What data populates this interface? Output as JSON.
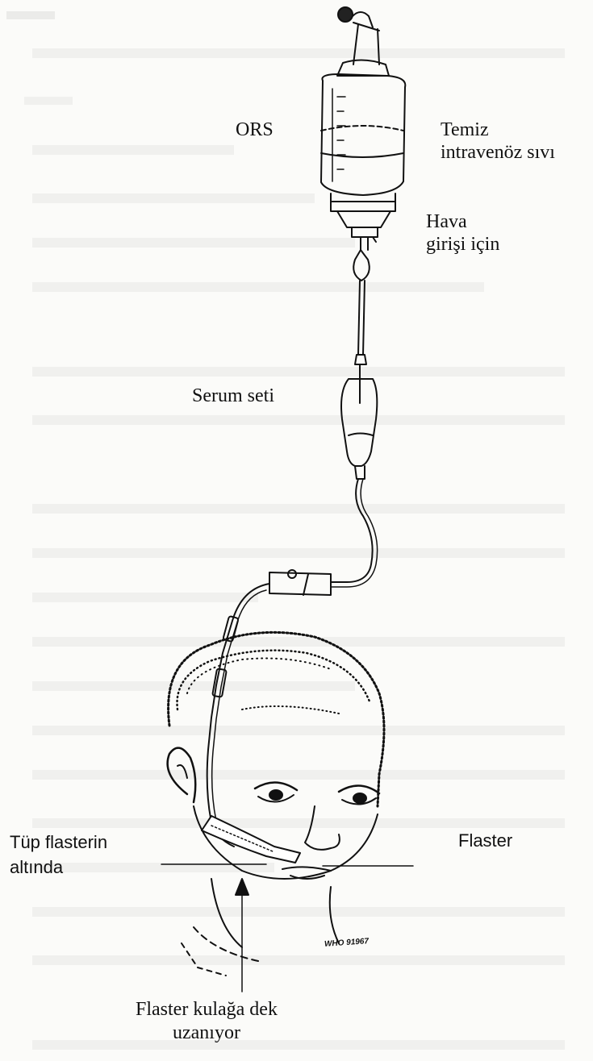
{
  "labels": {
    "ors": "ORS",
    "clean_fluid_line1": "Temiz",
    "clean_fluid_line2": "intravenöz sıvı",
    "air_inlet_line1": "Hava",
    "air_inlet_line2": "girişi için",
    "iv_set": "Serum seti",
    "tube_under_tape_line1": "Tüp flasterin",
    "tube_under_tape_line2": "altında",
    "tape": "Flaster",
    "tape_to_ear_line1": "Flaster kulağa dek",
    "tape_to_ear_line2": "uzanıyor",
    "who_code": "WHO 91967"
  },
  "colors": {
    "ink": "#111111",
    "faint_text": "#c9c9c6",
    "paper": "#fbfbf9"
  }
}
